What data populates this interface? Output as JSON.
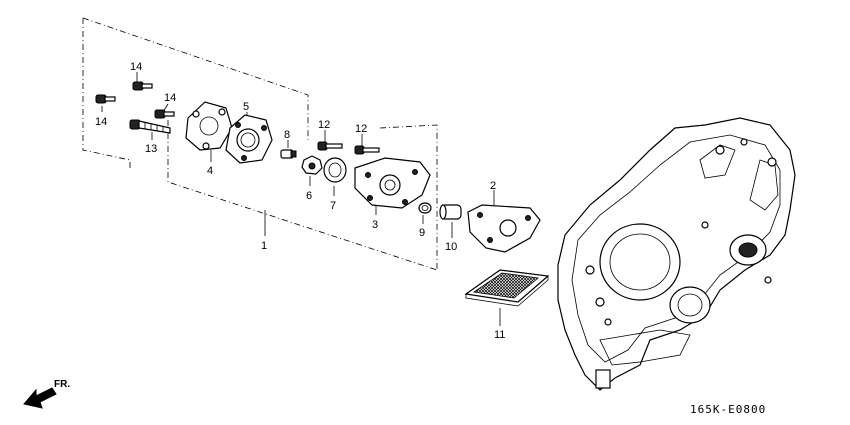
{
  "diagram": {
    "callouts": [
      {
        "id": "c1",
        "text": "1"
      },
      {
        "id": "c2",
        "text": "2"
      },
      {
        "id": "c3",
        "text": "3"
      },
      {
        "id": "c4",
        "text": "4"
      },
      {
        "id": "c5",
        "text": "5"
      },
      {
        "id": "c6",
        "text": "6"
      },
      {
        "id": "c7",
        "text": "7"
      },
      {
        "id": "c8",
        "text": "8"
      },
      {
        "id": "c9",
        "text": "9"
      },
      {
        "id": "c10",
        "text": "10"
      },
      {
        "id": "c11",
        "text": "11"
      },
      {
        "id": "c12a",
        "text": "12"
      },
      {
        "id": "c12b",
        "text": "12"
      },
      {
        "id": "c13",
        "text": "13"
      },
      {
        "id": "c14a",
        "text": "14"
      },
      {
        "id": "c14b",
        "text": "14"
      },
      {
        "id": "c14c",
        "text": "14"
      }
    ],
    "direction_label": "FR.",
    "diagram_code": "165K-E0800"
  }
}
